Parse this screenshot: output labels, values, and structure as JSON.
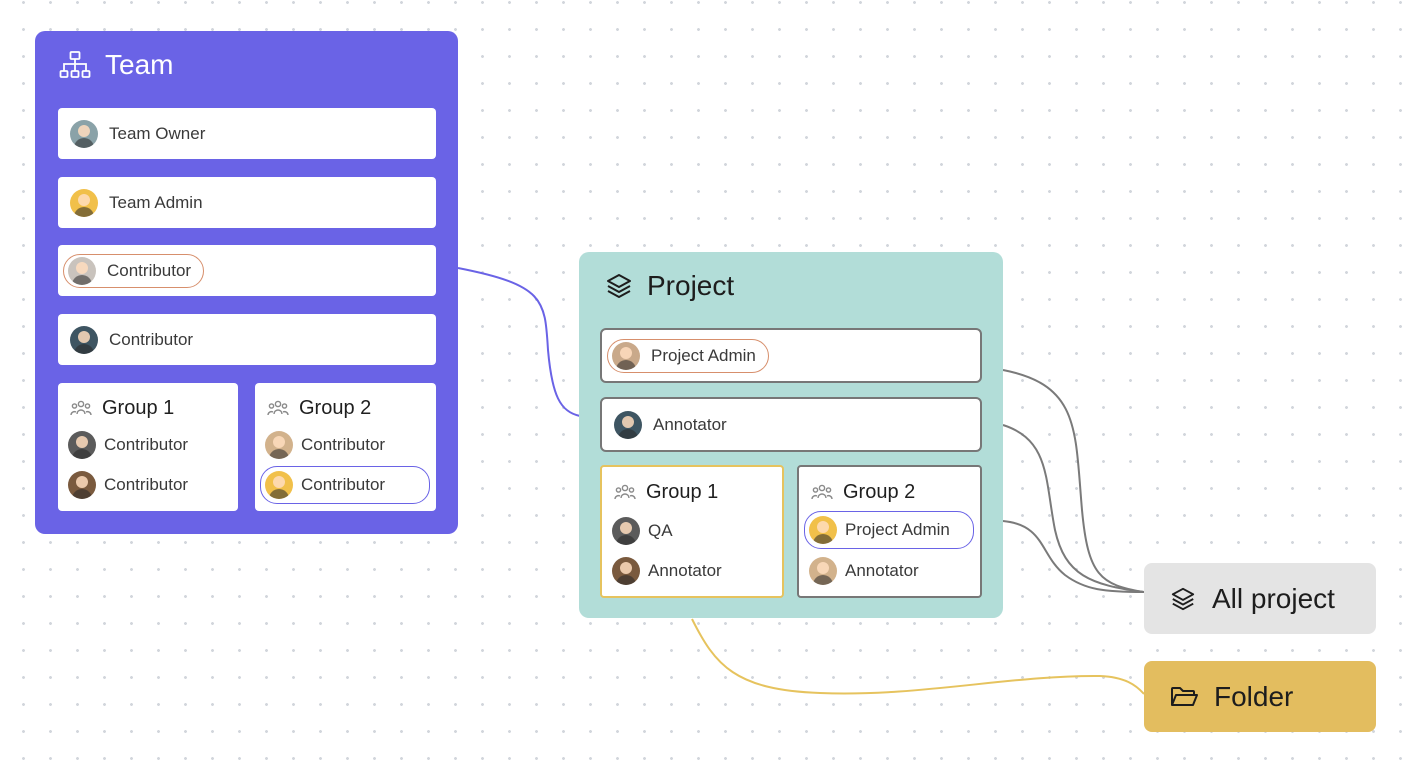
{
  "team": {
    "title": "Team",
    "rows": [
      {
        "label": "Team Owner"
      },
      {
        "label": "Team Admin"
      },
      {
        "label": "Contributor"
      },
      {
        "label": "Contributor"
      }
    ],
    "groups": [
      {
        "title": "Group 1",
        "members": [
          "Contributor",
          "Contributor"
        ]
      },
      {
        "title": "Group 2",
        "members": [
          "Contributor",
          "Contributor"
        ]
      }
    ]
  },
  "project": {
    "title": "Project",
    "rows": [
      {
        "label": "Project Admin"
      },
      {
        "label": "Annotator"
      }
    ],
    "groups": [
      {
        "title": "Group 1",
        "members": [
          "QA",
          "Annotator"
        ]
      },
      {
        "title": "Group 2",
        "members": [
          "Project Admin",
          "Annotator"
        ]
      }
    ]
  },
  "destinations": {
    "all_project": "All project",
    "folder": "Folder"
  },
  "icons": {
    "team": "org-chart-icon",
    "project": "layers-icon",
    "group": "group-people-icon",
    "folder": "folder-icon"
  },
  "colors": {
    "team_panel": "#6a63e6",
    "project_panel": "#b2ddd8",
    "highlight_orange": "#d78f6c",
    "highlight_purple": "#6a63e6",
    "group_yellow_border": "#e6c35e",
    "all_project_bg": "#e4e4e4",
    "folder_bg": "#e3bd5f",
    "wire_purple": "#6a63e6",
    "wire_gray": "#7a7a7a",
    "wire_yellow": "#e6c35e"
  }
}
